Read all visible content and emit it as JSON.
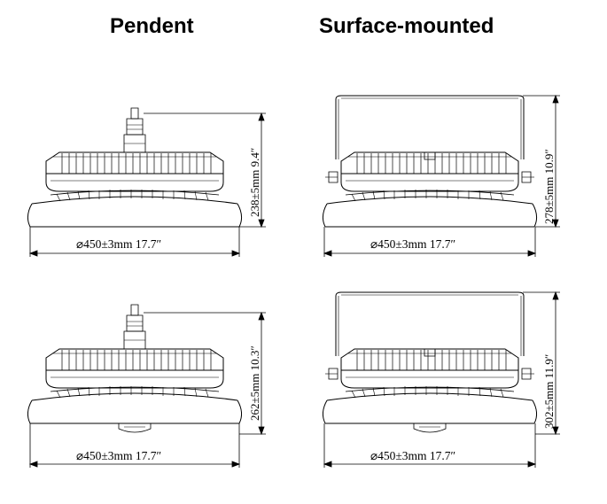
{
  "titles": {
    "pendent": "Pendent",
    "surface": "Surface-mounted"
  },
  "dimensions": {
    "width_all": "⌀450±3mm 17.7″",
    "pendent_top_height": "238±5mm 9.4″",
    "pendent_bottom_height": "262±5mm 10.3″",
    "surface_top_height": "278±5mm 10.9″",
    "surface_bottom_height": "302±5mm 11.9″"
  },
  "colors": {
    "line": "#000000",
    "background": "#ffffff"
  }
}
